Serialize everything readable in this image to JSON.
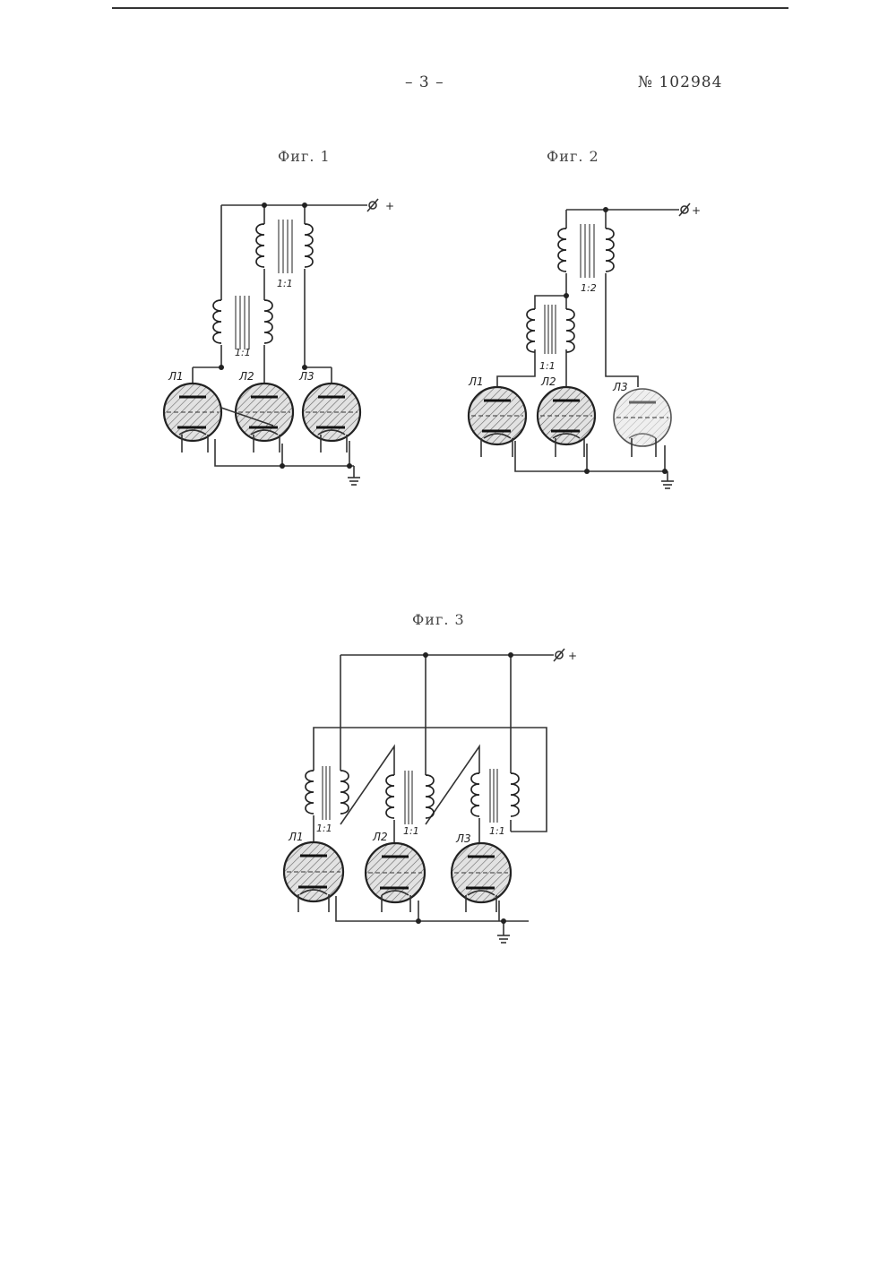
{
  "header": {
    "page_number": "– 3 –",
    "document_number": "№ 102984"
  },
  "figures": [
    {
      "caption": "Фиг. 1",
      "terminal_label": "+",
      "transformer_ratios": [
        "1:1",
        "1:1"
      ],
      "tube_labels": [
        "Л1",
        "Л2",
        "Л3"
      ]
    },
    {
      "caption": "Фиг. 2",
      "terminal_label": "+",
      "transformer_ratios": [
        "1:2",
        "1:1"
      ],
      "tube_labels": [
        "Л1",
        "Л2",
        "Л3"
      ]
    },
    {
      "caption": "Фиг. 3",
      "terminal_label": "+",
      "transformer_ratios": [
        "1:1",
        "1:1",
        "1:1"
      ],
      "tube_labels": [
        "Л1",
        "Л2",
        "Л3"
      ]
    }
  ]
}
